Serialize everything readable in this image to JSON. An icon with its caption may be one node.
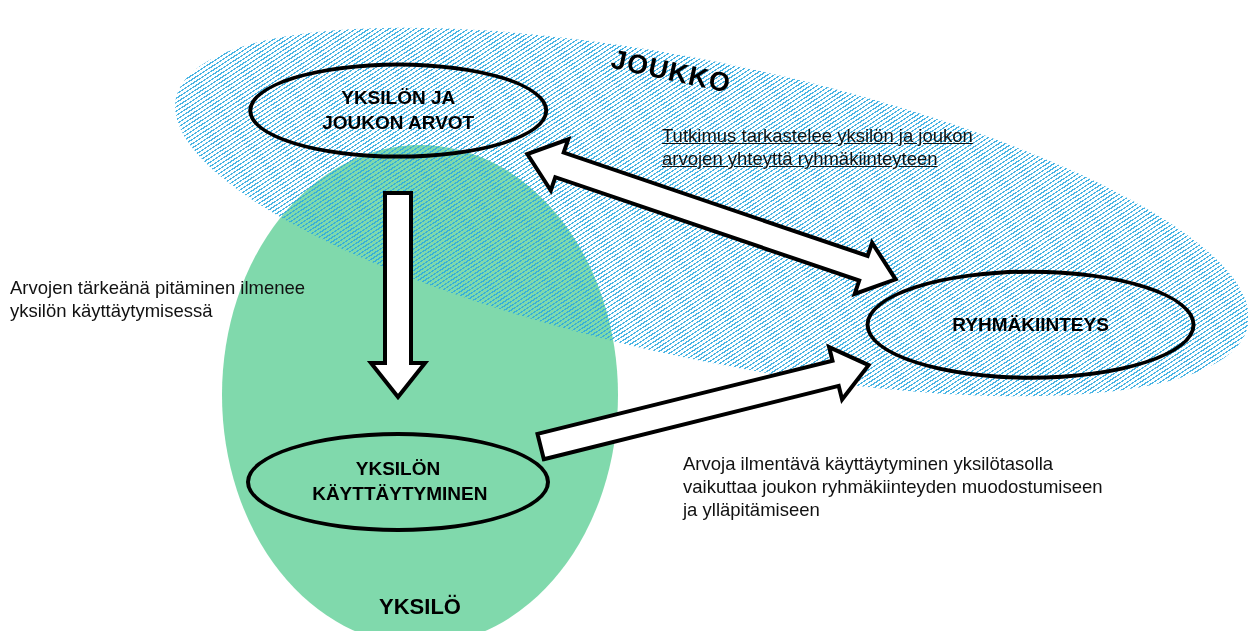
{
  "diagram": {
    "nodes": [
      {
        "text": [
          "JOUKKO"
        ]
      },
      {
        "text": [
          "YKSILÖ"
        ]
      },
      {
        "text": [
          "YKSILÖN JA JOUKON ARVOT"
        ],
        "in": 0
      },
      {
        "text": [
          "YKSILÖN KÄYTTÄYTYMINEN"
        ],
        "in": 1
      },
      {
        "text": [
          "RYHMÄKIINTEYS"
        ],
        "in": 0
      }
    ],
    "edges": [
      {
        "from": 2,
        "to": 3,
        "arrow": "to"
      },
      {
        "from": 2,
        "to": 4,
        "arrow": "both"
      },
      {
        "from": 3,
        "to": 4,
        "arrow": "to"
      }
    ],
    "labels": [
      "Tutkimus tarkastelee yksilön ja joukon arvojen yhteyttä ryhmäkiinteyteen",
      "Arvojen tärkeänä pitäminen ilmenee yksilön käyttäytymisessä",
      "Arvoja ilmentävä käyttäytyminen yksilötasolla vaikuttaa joukon ryhmäkiinteyden muodostumiseen ja ylläpitämiseen"
    ]
  }
}
